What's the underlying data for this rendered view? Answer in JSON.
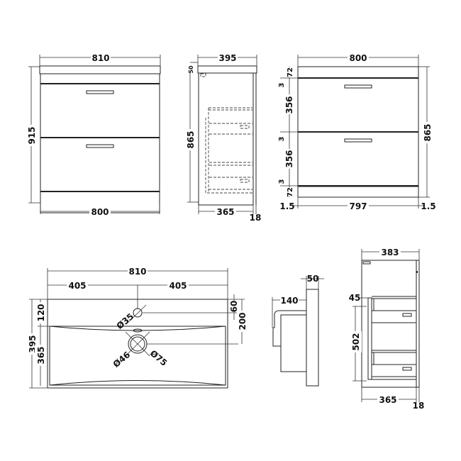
{
  "views": {
    "front_with_top": {
      "top_width": "810",
      "height": "915",
      "base_width": "800"
    },
    "side_with_top": {
      "top_depth": "395",
      "top_thickness": "50",
      "body_height": "865",
      "body_depth": "365",
      "door_thickness": "18"
    },
    "front_carcass": {
      "width": "800",
      "height": "865",
      "top_rail": "72",
      "gap_1": "3",
      "drawer_1": "356",
      "gap_2": "3",
      "drawer_2": "356",
      "gap_3": "3",
      "bottom_rail": "72",
      "left_margin": "1.5",
      "inner_width": "797",
      "right_margin": "1.5"
    },
    "basin_plan": {
      "width": "810",
      "half_left": "405",
      "half_right": "405",
      "depth": "395",
      "tap_to_back": "120",
      "bowl_depth": "365",
      "tap_offset": "60",
      "waste_offset": "200",
      "tap_hole": "Ø35",
      "waste_inner": "Ø46",
      "waste_outer": "Ø75"
    },
    "basin_side": {
      "thickness": "50",
      "bowl_projection": "140"
    },
    "side_section": {
      "overall_depth": "383",
      "drawer_offset": "45",
      "drawer_height": "502",
      "body_depth": "365",
      "door_thickness": "18"
    }
  },
  "colors": {
    "line": "#222222",
    "background": "#ffffff"
  }
}
